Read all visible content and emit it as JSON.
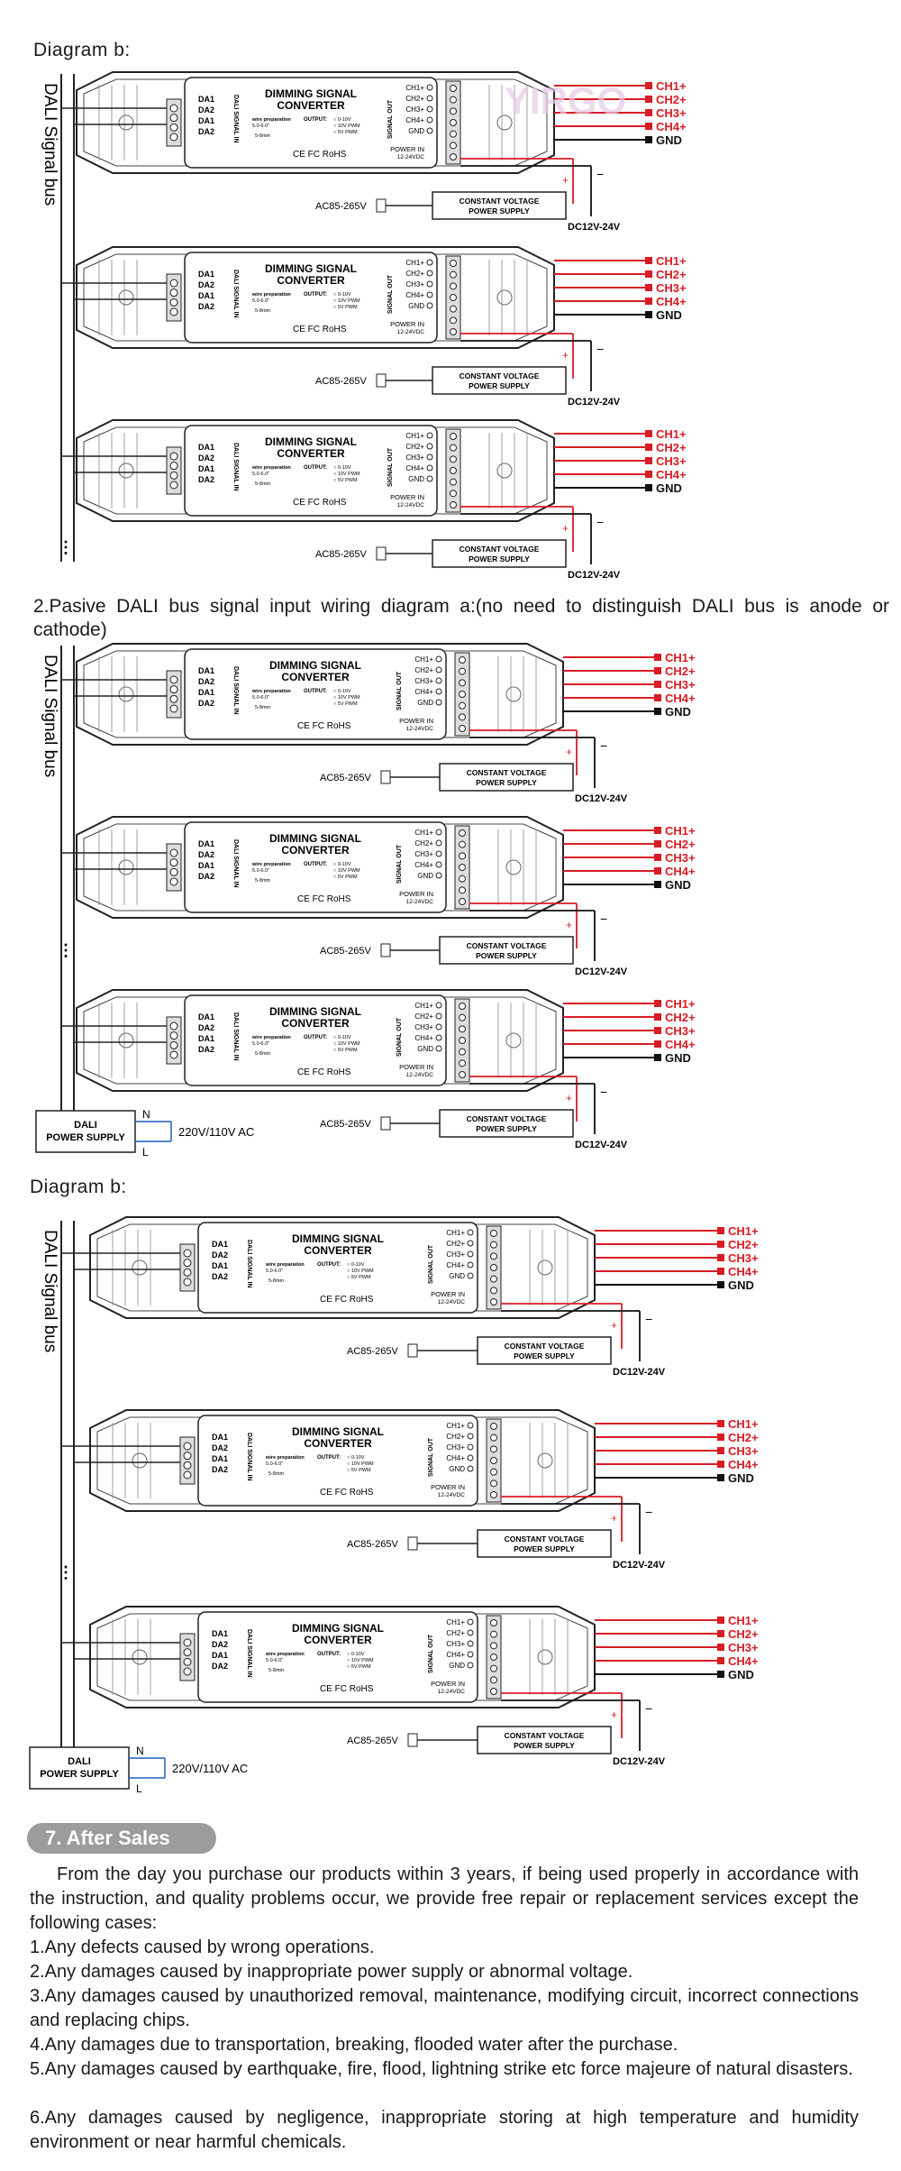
{
  "top_heading": "Diagram b:",
  "mid_heading": "2.Pasive DALI bus signal input wiring diagram a:(no need to distinguish DALI bus is anode or  cathode)",
  "lower_heading": "Diagram b:",
  "bus_label": "DALI Signal bus",
  "device": {
    "title_line1": "DIMMING SIGNAL",
    "title_line2": "CONVERTER",
    "inputs": [
      "DA1",
      "DA2",
      "DA1",
      "DA2"
    ],
    "side_label": "DALI SIGNAL IN",
    "wire_prep": "wire preparation",
    "wire_len": "5.0-6.0\"",
    "wire_mm": "5-8mm",
    "output_label": "OUTPUT:",
    "output_opts": [
      "0-10V",
      "10V PWM",
      "5V PWM"
    ],
    "signal_out": "SIGNAL OUT",
    "channels": [
      "CH1+",
      "CH2+",
      "CH3+",
      "CH4+",
      "GND"
    ],
    "power_in": "POWER IN",
    "power_range": "12-24VDC",
    "cert": "CE FC RoHS"
  },
  "outputs": [
    "CH1+",
    "CH2+",
    "CH3+",
    "CH4+",
    "GND"
  ],
  "power_supply": {
    "line1": "CONSTANT VOLTAGE",
    "line2": "POWER SUPPLY",
    "ac": "AC85-265V",
    "dc": "DC12V-24V"
  },
  "dali_ps": {
    "line1": "DALI",
    "line2": "POWER SUPPLY",
    "n": "N",
    "l": "L",
    "ac": "220V/110V AC"
  },
  "watermark": "YIRGO",
  "after_sales": {
    "badge": "7. After Sales",
    "intro": "From the day you purchase our products within 3 years, if being used properly in accordance with the instruction, and quality problems occur, we provide free repair or replacement services except the following cases:",
    "items": [
      "1.Any defects caused by wrong operations.",
      "2.Any damages caused by inappropriate power supply or abnormal voltage.",
      "3.Any damages caused by unauthorized removal, maintenance, modifying circuit, incorrect connections and   replacing chips.",
      "4.Any damages due to transportation, breaking, flooded water after the purchase.",
      "5.Any damages caused by earthquake, fire, flood, lightning strike etc force majeure of natural disasters.",
      "6.Any damages caused by negligence, inappropriate storing at high temperature and humidity environment   or near harmful chemicals."
    ]
  }
}
